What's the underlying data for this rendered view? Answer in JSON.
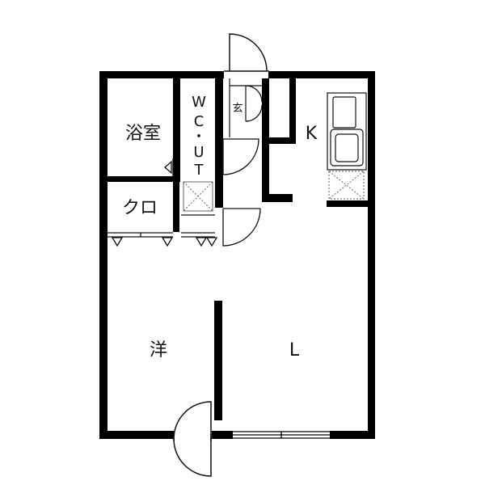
{
  "floorplan": {
    "rooms": {
      "bath": "浴室",
      "wc_ut": [
        "W",
        "C",
        "・",
        "U",
        "T"
      ],
      "entrance": "玄",
      "kitchen": "K",
      "closet": "クロ",
      "western": "洋",
      "living": "L"
    },
    "colors": {
      "wall": "#000000",
      "background": "#ffffff",
      "line": "#111111",
      "fixture": "#666666"
    }
  }
}
